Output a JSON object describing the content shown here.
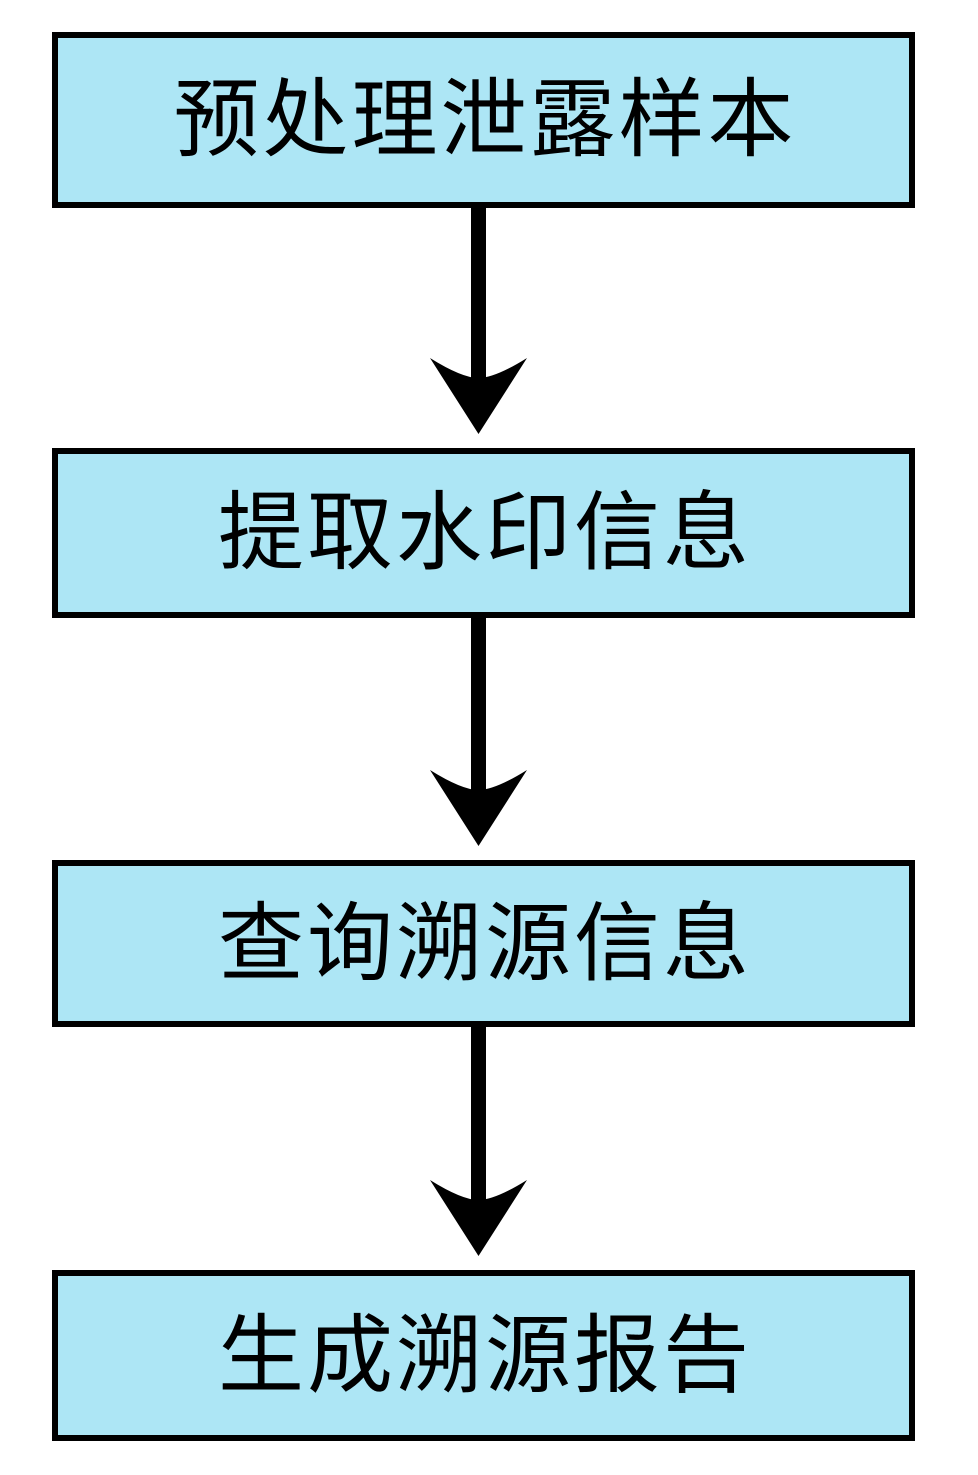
{
  "diagram": {
    "type": "flowchart",
    "orientation": "vertical-top-to-bottom",
    "background_color": "#FFFFFF",
    "node_fill_color": "#ADE6F5",
    "node_border_color": "#000000",
    "text_color": "#000000",
    "arrow_color": "#000000",
    "nodes": [
      {
        "id": "node-1",
        "label": "预处理泄露样本",
        "shape": "rectangle"
      },
      {
        "id": "node-2",
        "label": "提取水印信息",
        "shape": "rectangle"
      },
      {
        "id": "node-3",
        "label": "查询溯源信息",
        "shape": "rectangle"
      },
      {
        "id": "node-4",
        "label": "生成溯源报告",
        "shape": "rectangle"
      }
    ],
    "edges": [
      {
        "id": "arrow-1",
        "from": "node-1",
        "to": "node-2",
        "label": "",
        "style": "solid-stealth-arrow-down"
      },
      {
        "id": "arrow-2",
        "from": "node-2",
        "to": "node-3",
        "label": "",
        "style": "solid-stealth-arrow-down"
      },
      {
        "id": "arrow-3",
        "from": "node-3",
        "to": "node-4",
        "label": "",
        "style": "solid-stealth-arrow-down"
      }
    ]
  }
}
